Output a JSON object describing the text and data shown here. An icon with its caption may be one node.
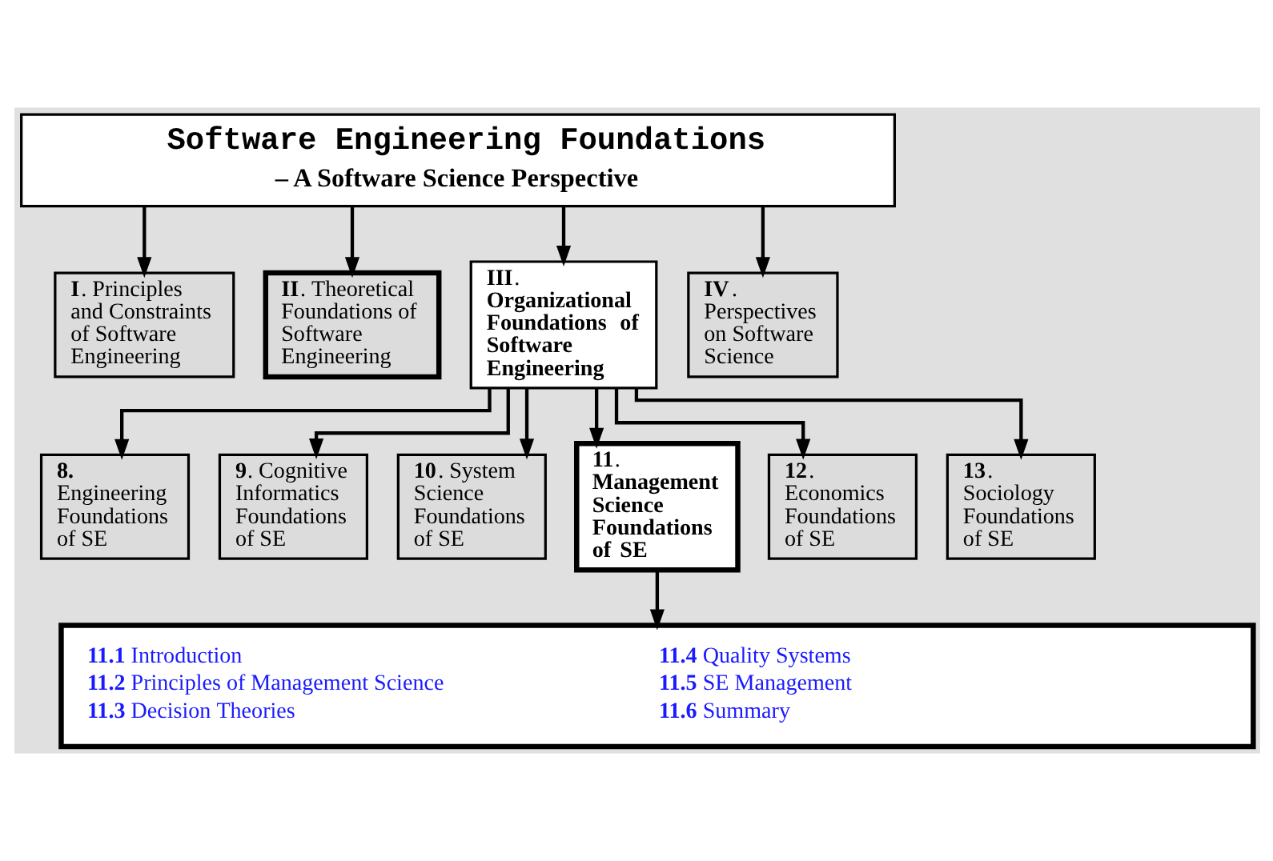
{
  "diagram": {
    "nodes": [
      {
        "text": [
          "Software Engineering Foundations",
          "– A Software Science Perspective"
        ]
      },
      {
        "text": [
          "**I**. Principles and Constraints of Software Engineering"
        ]
      },
      {
        "text": [
          "**II**. Theoretical Foundations of Software Engineering"
        ]
      },
      {
        "text": [
          "**III**. **Organizational Foundations of Software Engineering**"
        ]
      },
      {
        "text": [
          "**IV**. Perspectives on Software Science"
        ]
      },
      {
        "text": [
          "**8.** Engineering Foundations of SE"
        ]
      },
      {
        "text": [
          "**9**. Cognitive Informatics Foundations of SE"
        ]
      },
      {
        "text": [
          "**10**. System Science Foundations of SE"
        ]
      },
      {
        "text": [
          "**11**. **Management Science Foundations of SE**"
        ]
      },
      {
        "text": [
          "**12**. Economics Foundations of SE"
        ]
      },
      {
        "text": [
          "**13**. Sociology Foundations of SE"
        ]
      },
      {
        "text": [
          "**11.1** Introduction",
          "**11.2** Principles of Management Science",
          "**11.3** Decision Theories",
          "**11.4** Quality Systems",
          "**11.5** SE Management",
          "**11.6** Summary"
        ]
      }
    ],
    "edges": [
      {
        "from": 0,
        "to": 1,
        "arrow": "to"
      },
      {
        "from": 0,
        "to": 2,
        "arrow": "to"
      },
      {
        "from": 0,
        "to": 3,
        "arrow": "to"
      },
      {
        "from": 0,
        "to": 4,
        "arrow": "to"
      },
      {
        "from": 3,
        "to": 5,
        "arrow": "to"
      },
      {
        "from": 3,
        "to": 6,
        "arrow": "to"
      },
      {
        "from": 3,
        "to": 7,
        "arrow": "to"
      },
      {
        "from": 3,
        "to": 8,
        "arrow": "to"
      },
      {
        "from": 3,
        "to": 9,
        "arrow": "to"
      },
      {
        "from": 3,
        "to": 10,
        "arrow": "to"
      },
      {
        "from": 8,
        "to": 11,
        "arrow": "to"
      }
    ]
  }
}
